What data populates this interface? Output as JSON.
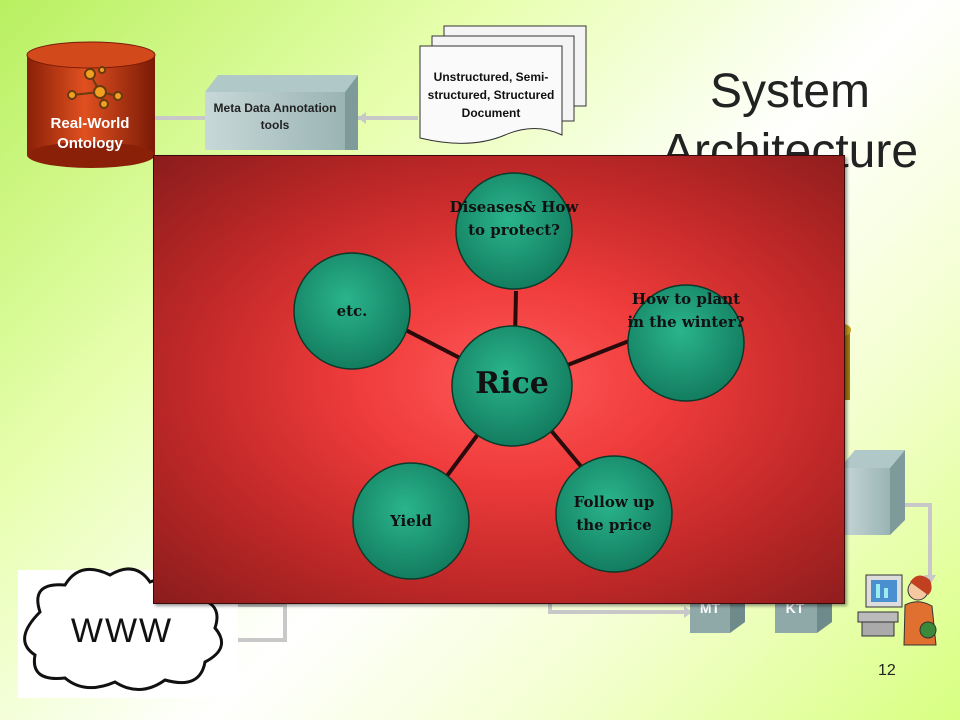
{
  "slide": {
    "title": "System Architecture",
    "page_number": "12"
  },
  "components": {
    "ontology_label": "Real-World Ontology",
    "metadata_label": "Meta Data Annotation  tools",
    "documents_label": "Unstructured, Semi-structured, Structured Document",
    "www_label": "WWW",
    "mt_label": "MT",
    "kt_label": "KT"
  },
  "mindmap": {
    "center": "Rice",
    "nodes": [
      {
        "label": "Diseases& How to protect?"
      },
      {
        "label": "How to plant in the winter?"
      },
      {
        "label": "Follow up the price"
      },
      {
        "label": "Yield"
      },
      {
        "label": "etc."
      }
    ]
  },
  "colors": {
    "panel": "#d93434",
    "node_fill": "#1a9a78",
    "ontology": "#c83a14",
    "gray_box": "#8fa8a8"
  }
}
